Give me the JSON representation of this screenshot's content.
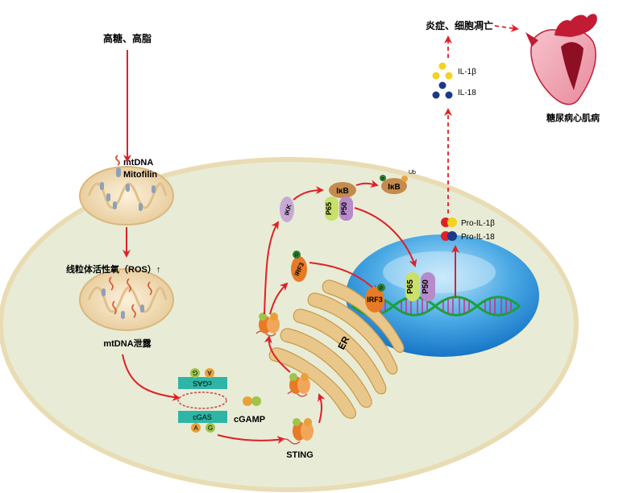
{
  "labels": {
    "top_input": "高糖、高脂",
    "legend_mtdna": "mtDNA",
    "legend_mitofilin": "Mitofilin",
    "ros": "线粒体活性氧（ROS）↑",
    "mtdna_leak": "mtDNA泄露",
    "cgas_top": "cGAS",
    "cgas_bottom": "cGAS",
    "cgas_top_a": "A",
    "cgas_top_g": "G",
    "cgas_bottom_a": "A",
    "cgas_bottom_g": "G",
    "cgamp": "cGAMP",
    "sting": "STING",
    "er": "ER",
    "ikk": "IKK",
    "ikb": "IκB",
    "ikb_ub": "IκB",
    "ub": "Ub",
    "p65": "P65",
    "p50": "P50",
    "irf3": "IRF3",
    "phospho": "P",
    "pro_il1b": "Pro-IL-1β",
    "pro_il18": "Pro-IL-18",
    "il1b": "IL-1β",
    "il18": "IL-18",
    "inflammation": "炎症、细胞凋亡",
    "disease": "糖尿病心肌病"
  },
  "colors": {
    "arrow_red": "#e02027",
    "cell_fill": "#e8ecd6",
    "cell_border": "#e9dcb4",
    "nucleus_blue": "#1e90d8",
    "mito_fill": "#ead3ae",
    "er_fill": "#e9c78a",
    "dna_green": "#1aa23a",
    "dna_rung": "#d0287a",
    "cgas_teal": "#2fb5a5",
    "il1b_yellow": "#f4d21e",
    "il18_navy": "#1b3a8a",
    "heart_red": "#c21c35",
    "heart_pink": "#f2a6b5"
  },
  "icons": [
    "heart-icon",
    "mitochondrion-icon",
    "nucleus-icon",
    "er-icon",
    "dna-helix-icon",
    "sting-protein-icon",
    "cgas-complex-icon",
    "mtdna-icon",
    "mitofilin-icon"
  ]
}
